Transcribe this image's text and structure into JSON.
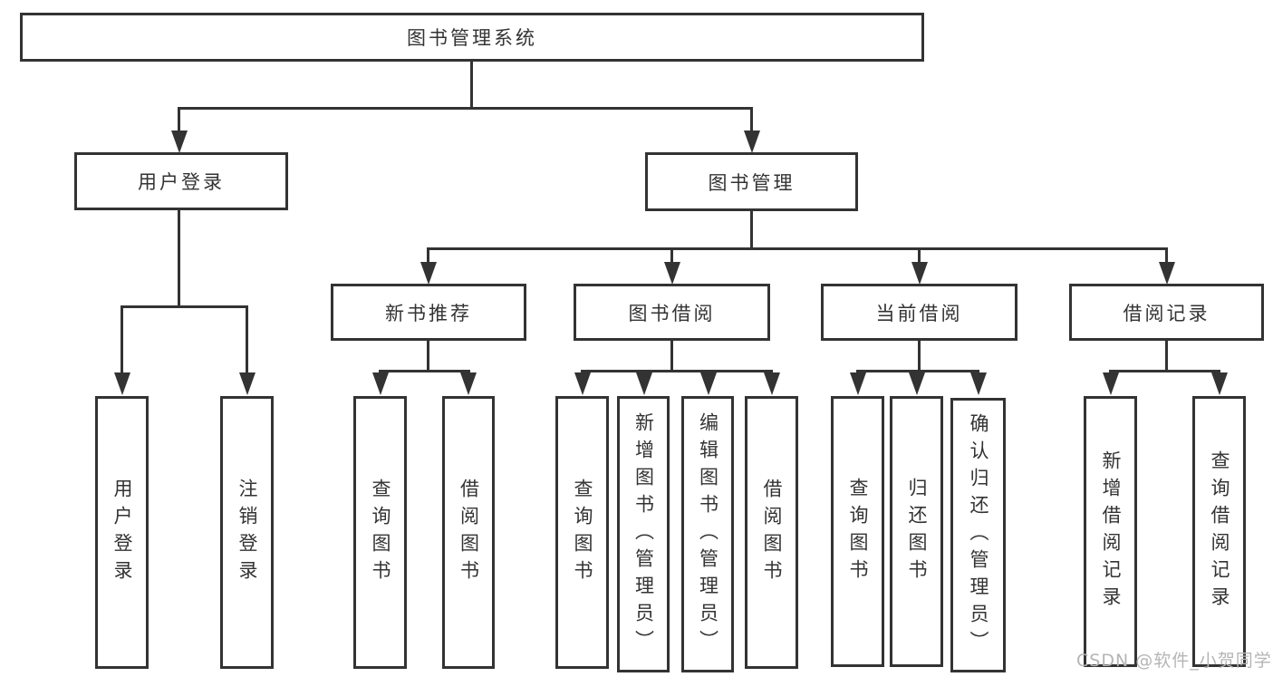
{
  "diagram_type": "tree",
  "root": {
    "label": "图书管理系统"
  },
  "branches": {
    "user_login": {
      "label": "用户登录",
      "children": [
        {
          "label": "用户登录"
        },
        {
          "label": "注销登录"
        }
      ]
    },
    "book_mgmt": {
      "label": "图书管理",
      "groups": [
        {
          "label": "新书推荐",
          "children": [
            {
              "label": "查询图书"
            },
            {
              "label": "借阅图书"
            }
          ]
        },
        {
          "label": "图书借阅",
          "children": [
            {
              "label": "查询图书"
            },
            {
              "label": "新增图书（管理员）"
            },
            {
              "label": "编辑图书（管理员）"
            },
            {
              "label": "借阅图书"
            }
          ]
        },
        {
          "label": "当前借阅",
          "children": [
            {
              "label": "查询图书"
            },
            {
              "label": "归还图书"
            },
            {
              "label": "确认归还（管理员）"
            }
          ]
        },
        {
          "label": "借阅记录",
          "children": [
            {
              "label": "新增借阅记录"
            },
            {
              "label": "查询借阅记录"
            }
          ]
        }
      ]
    }
  },
  "watermark": {
    "text": "CSDN @软件_小贺同学"
  },
  "colors": {
    "line": "#333333",
    "text": "#333333",
    "background": "#ffffff",
    "watermark": "#b5b5b5"
  }
}
